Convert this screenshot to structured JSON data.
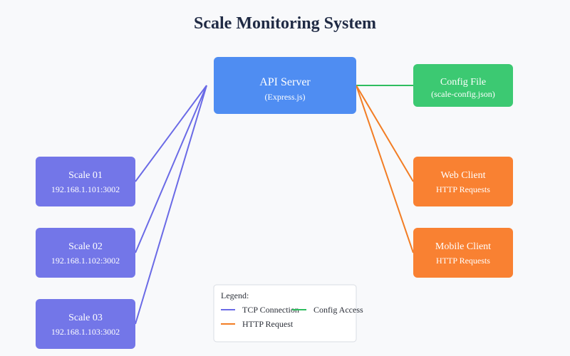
{
  "title": "Scale Monitoring System",
  "colors": {
    "background": "#f8f9fb",
    "title": "#1f2a44",
    "scale_node": "#7376e8",
    "api_node": "#4f8df2",
    "config_node": "#3cc972",
    "client_node": "#f98132",
    "tcp_line": "#6a6ae6",
    "http_line": "#f27d24",
    "config_line": "#2fbd5f",
    "legend_bg": "#ffffff",
    "legend_border": "#d9dde3",
    "legend_text": "#2b2f38"
  },
  "nodes": {
    "api_server": {
      "label": "API Server",
      "sub": "(Express.js)"
    },
    "config_file": {
      "label": "Config File",
      "sub": "(scale-config.json)"
    },
    "web_client": {
      "label": "Web Client",
      "sub": "HTTP Requests"
    },
    "mobile_client": {
      "label": "Mobile Client",
      "sub": "HTTP Requests"
    },
    "scale_01": {
      "label": "Scale 01",
      "sub": "192.168.1.101:3002"
    },
    "scale_02": {
      "label": "Scale 02",
      "sub": "192.168.1.102:3002"
    },
    "scale_03": {
      "label": "Scale 03",
      "sub": "192.168.1.103:3002"
    }
  },
  "legend": {
    "title": "Legend:",
    "tcp": "TCP Connection",
    "config": "Config Access",
    "http": "HTTP Request"
  }
}
